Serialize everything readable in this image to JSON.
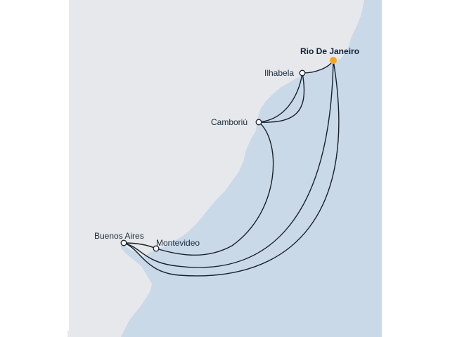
{
  "colors": {
    "sea": "#c9d9e8",
    "land": "#e6e8eb",
    "route": "#17202b",
    "port_fill": "#ffffff",
    "home_port": "#f5a623",
    "label": "#1a2b3c"
  },
  "ports": [
    {
      "id": "rio-de-janeiro",
      "name": "Rio De Janeiro",
      "home": true
    },
    {
      "id": "ilhabela",
      "name": "Ilhabela",
      "home": false
    },
    {
      "id": "camboriu",
      "name": "Camboriú",
      "home": false
    },
    {
      "id": "buenos-aires",
      "name": "Buenos Aires",
      "home": false
    },
    {
      "id": "montevideo",
      "name": "Montevideo",
      "home": false
    }
  ]
}
